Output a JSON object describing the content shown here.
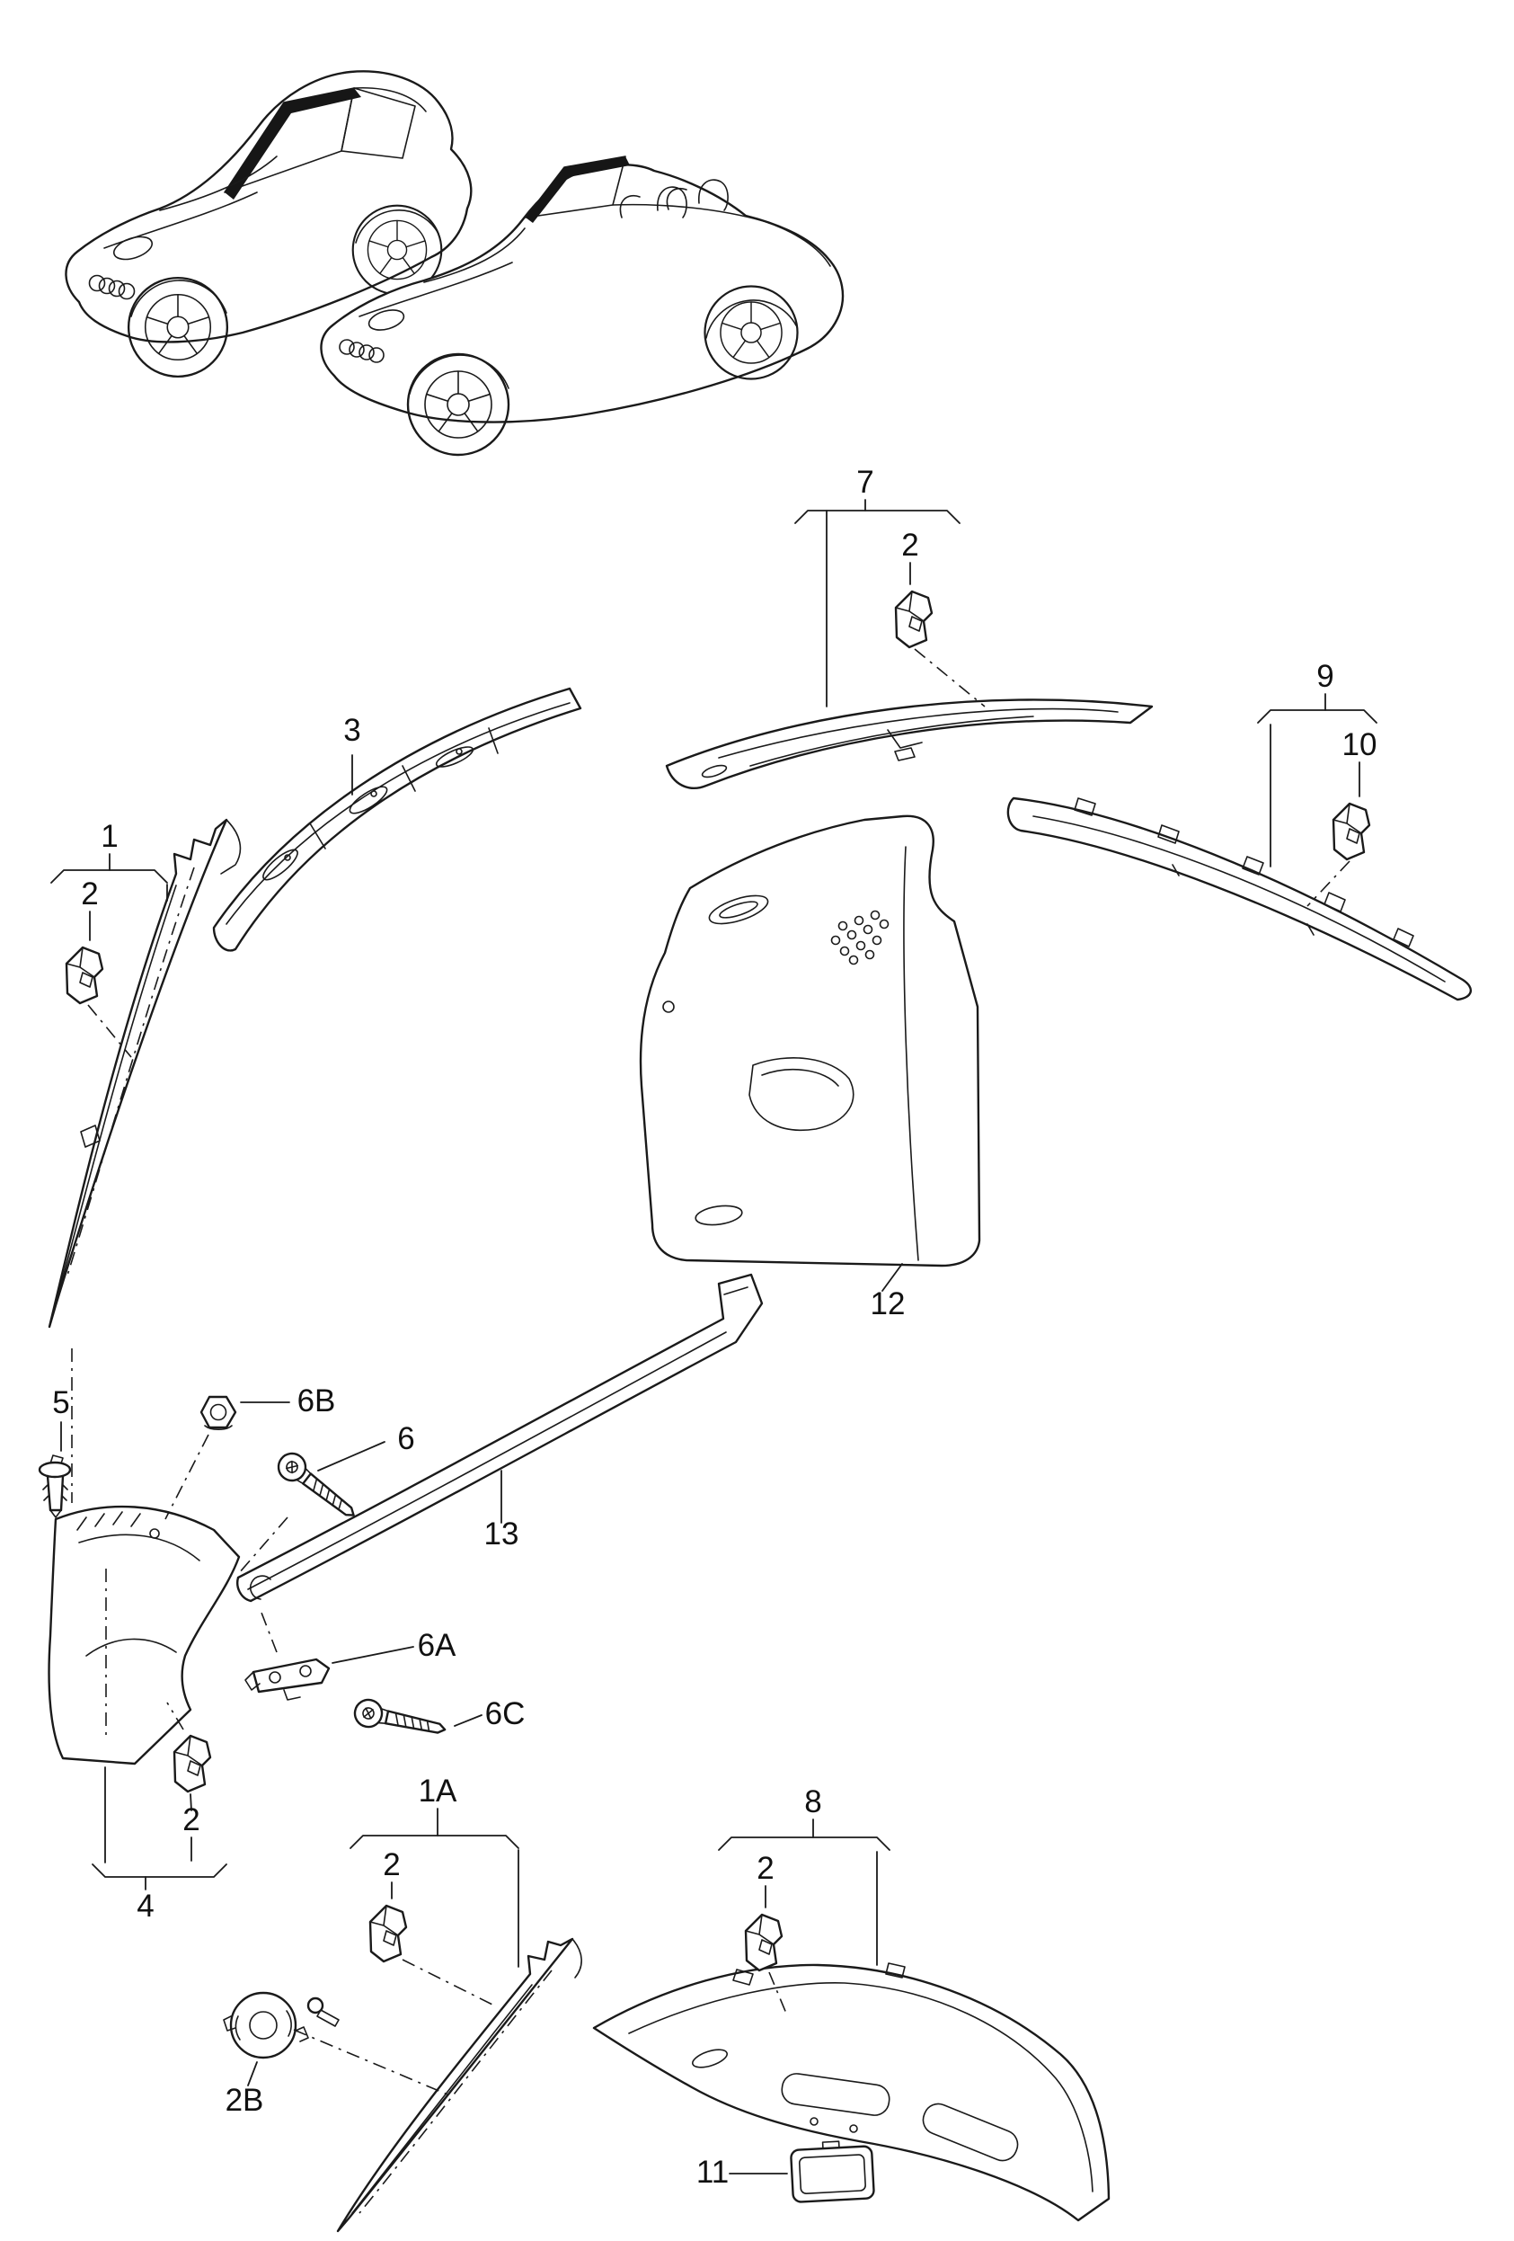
{
  "diagram": {
    "type": "parts-exploded-diagram",
    "colors": {
      "background": "#ffffff",
      "line": "#1a1a1a",
      "highlight": "#161616"
    },
    "callouts": {
      "c1": "1",
      "c1a": "1A",
      "c2": "2",
      "c2b": "2B",
      "c3": "3",
      "c4": "4",
      "c5": "5",
      "c6": "6",
      "c6a": "6A",
      "c6b": "6B",
      "c6c": "6C",
      "c7": "7",
      "c8": "8",
      "c9": "9",
      "c10": "10",
      "c11": "11",
      "c12": "12",
      "c13": "13"
    }
  }
}
